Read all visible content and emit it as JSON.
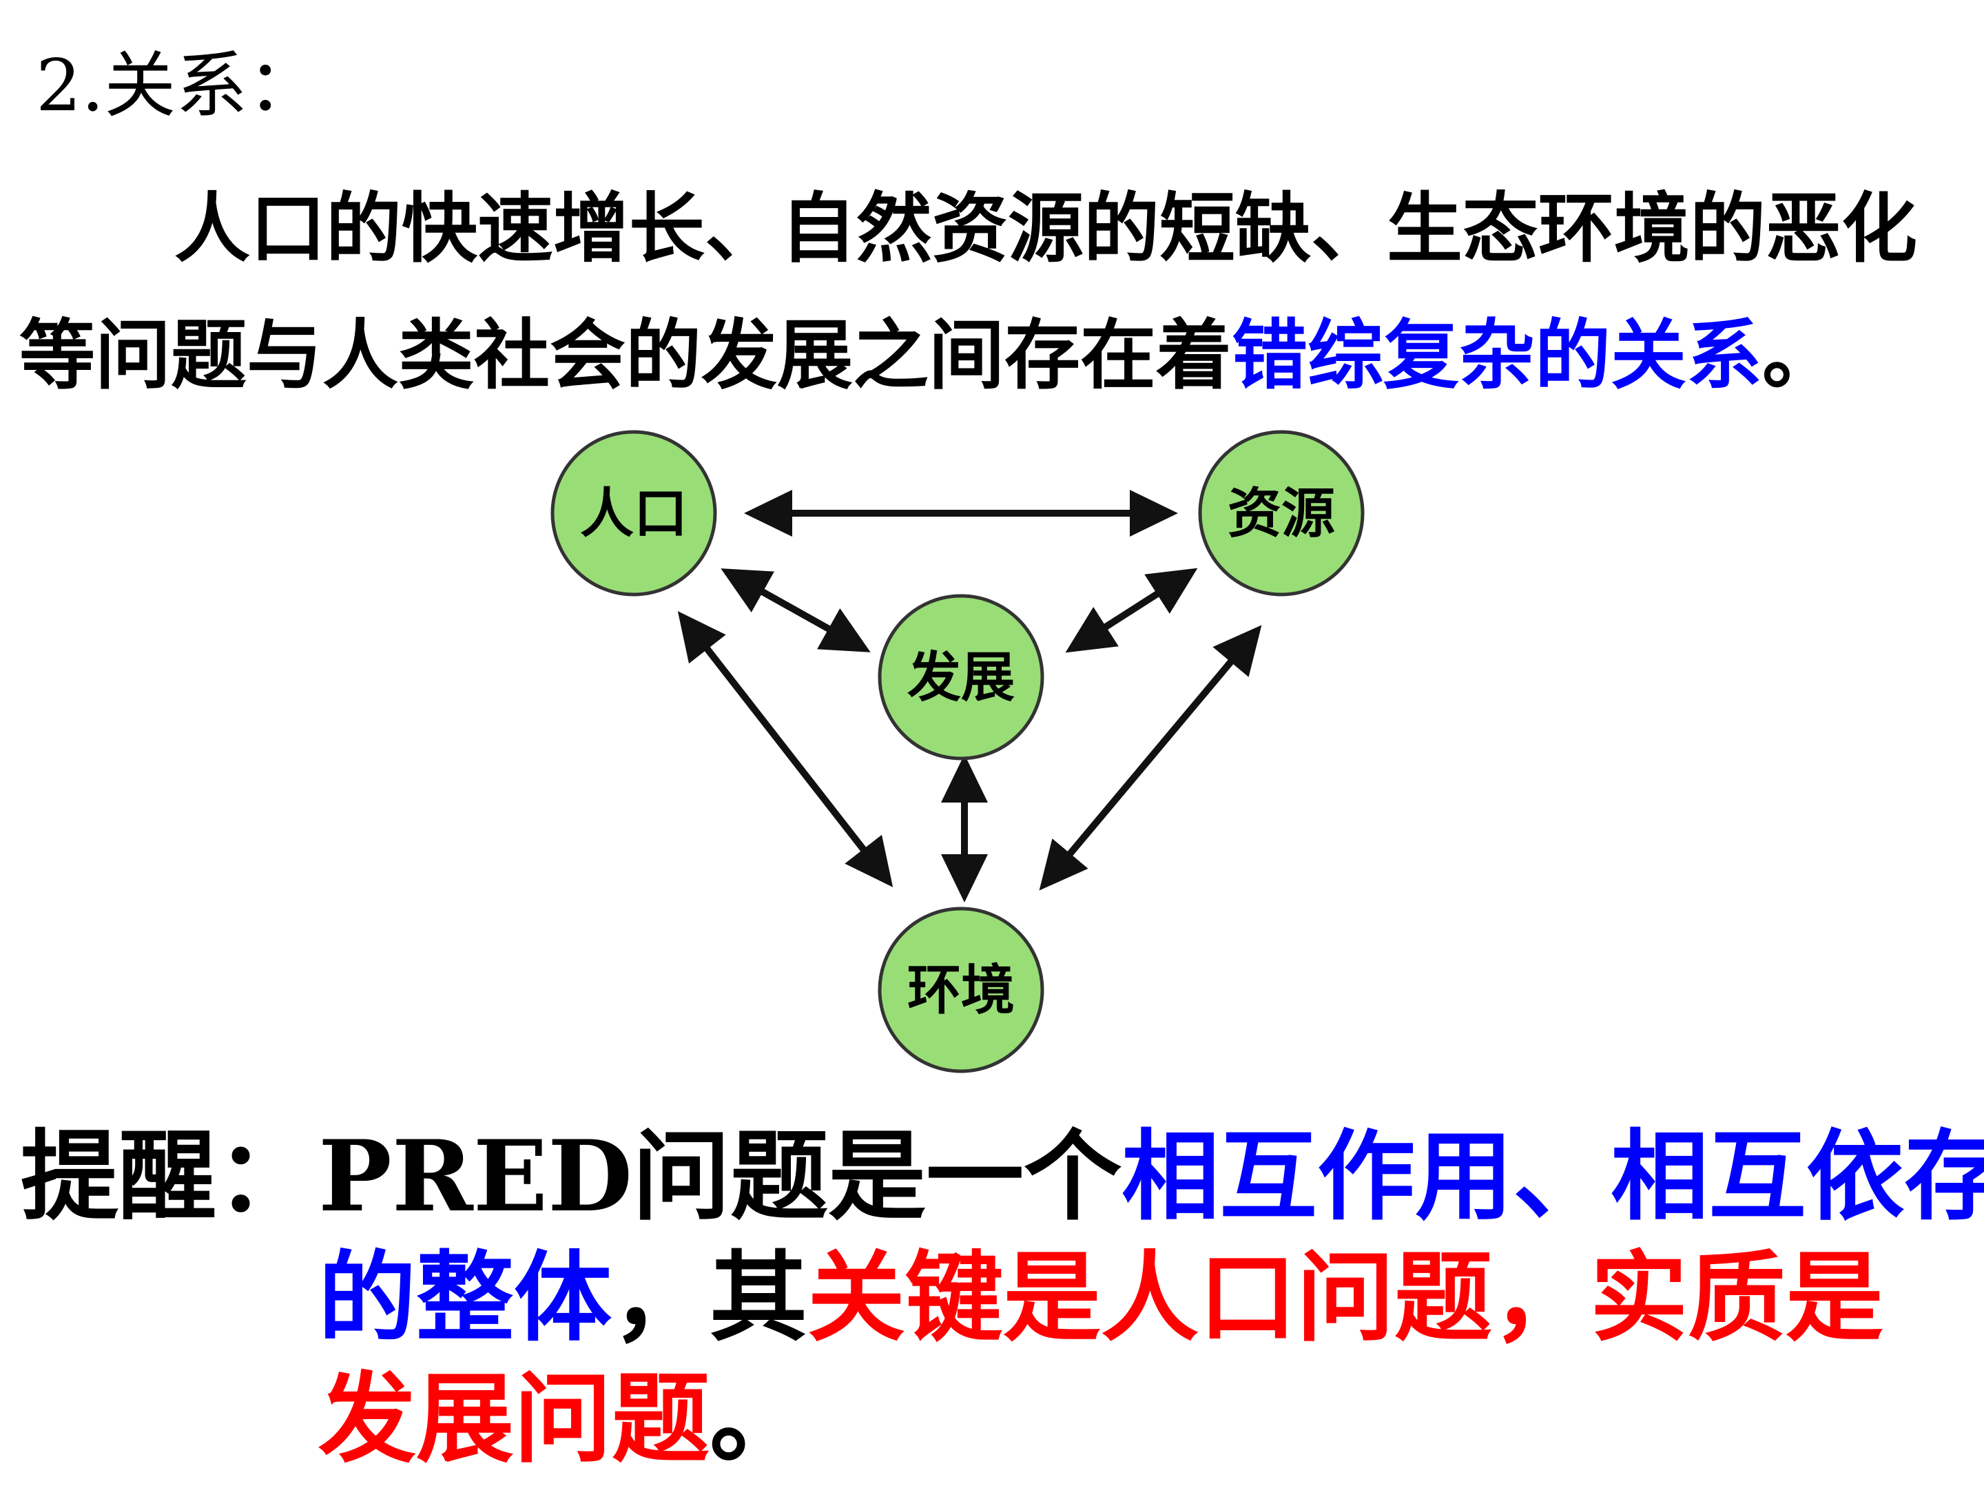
{
  "heading": "2.关系：",
  "paragraph": {
    "line1": "人口的快速增长、自然资源的短缺、生态环境的恶化",
    "line2_normal": "等问题与人类社会的发展之间存在着",
    "line2_blue": "错综复杂的关系",
    "line2_end": "。"
  },
  "diagram": {
    "node_population": "人口",
    "node_resources": "资源",
    "node_development": "发展",
    "node_environment": "环境",
    "colors": {
      "node_fill": "#99dd77",
      "node_stroke": "#333333",
      "arrow": "#111111"
    }
  },
  "reminder": {
    "label": "提醒：",
    "seg1": "PRED问题是一个",
    "seg2_blue": "相互作用、相互依存",
    "seg3_blue": "的整体",
    "seg4": "，其",
    "seg5_red": "关键是人口问题，实质是",
    "seg6_red": "发展问题",
    "seg7": "。"
  }
}
